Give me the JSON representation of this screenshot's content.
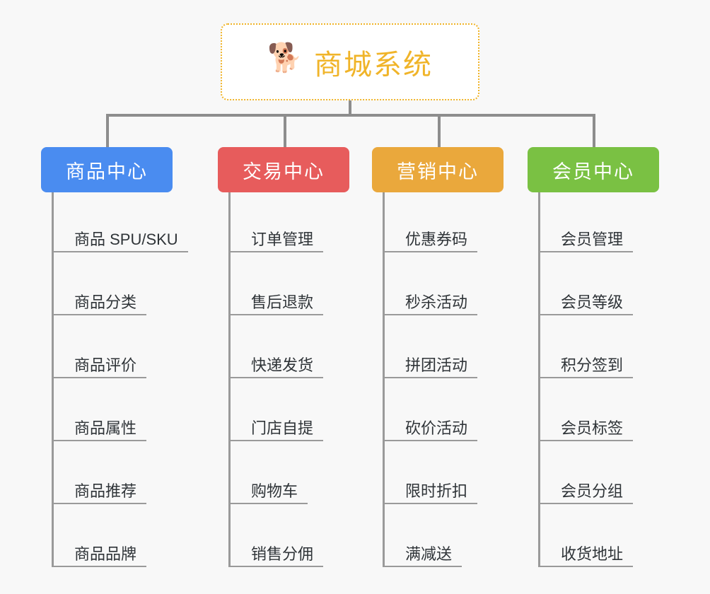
{
  "page": {
    "background_color": "#f8f8f8",
    "line_color": "#9a9a9a"
  },
  "root": {
    "title": "商城系统",
    "icon": "dog-face-emoji",
    "icon_glyph": "🐕",
    "accent_color": "#f0b429",
    "border_style": "dotted"
  },
  "columns": [
    {
      "id": "product-center",
      "label": "商品中心",
      "color": "#4a8cf0",
      "items": [
        {
          "label": "商品 SPU/SKU"
        },
        {
          "label": "商品分类"
        },
        {
          "label": "商品评价"
        },
        {
          "label": "商品属性"
        },
        {
          "label": "商品推荐"
        },
        {
          "label": "商品品牌"
        }
      ]
    },
    {
      "id": "trade-center",
      "label": "交易中心",
      "color": "#e75c5c",
      "items": [
        {
          "label": "订单管理"
        },
        {
          "label": "售后退款"
        },
        {
          "label": "快递发货"
        },
        {
          "label": "门店自提"
        },
        {
          "label": "购物车"
        },
        {
          "label": "销售分佣"
        }
      ]
    },
    {
      "id": "marketing-center",
      "label": "营销中心",
      "color": "#eaa83c",
      "items": [
        {
          "label": "优惠券码"
        },
        {
          "label": "秒杀活动"
        },
        {
          "label": "拼团活动"
        },
        {
          "label": "砍价活动"
        },
        {
          "label": "限时折扣"
        },
        {
          "label": "满减送"
        }
      ]
    },
    {
      "id": "member-center",
      "label": "会员中心",
      "color": "#7ac143",
      "items": [
        {
          "label": "会员管理"
        },
        {
          "label": "会员等级"
        },
        {
          "label": "积分签到"
        },
        {
          "label": "会员标签"
        },
        {
          "label": "会员分组"
        },
        {
          "label": "收货地址"
        }
      ]
    }
  ]
}
